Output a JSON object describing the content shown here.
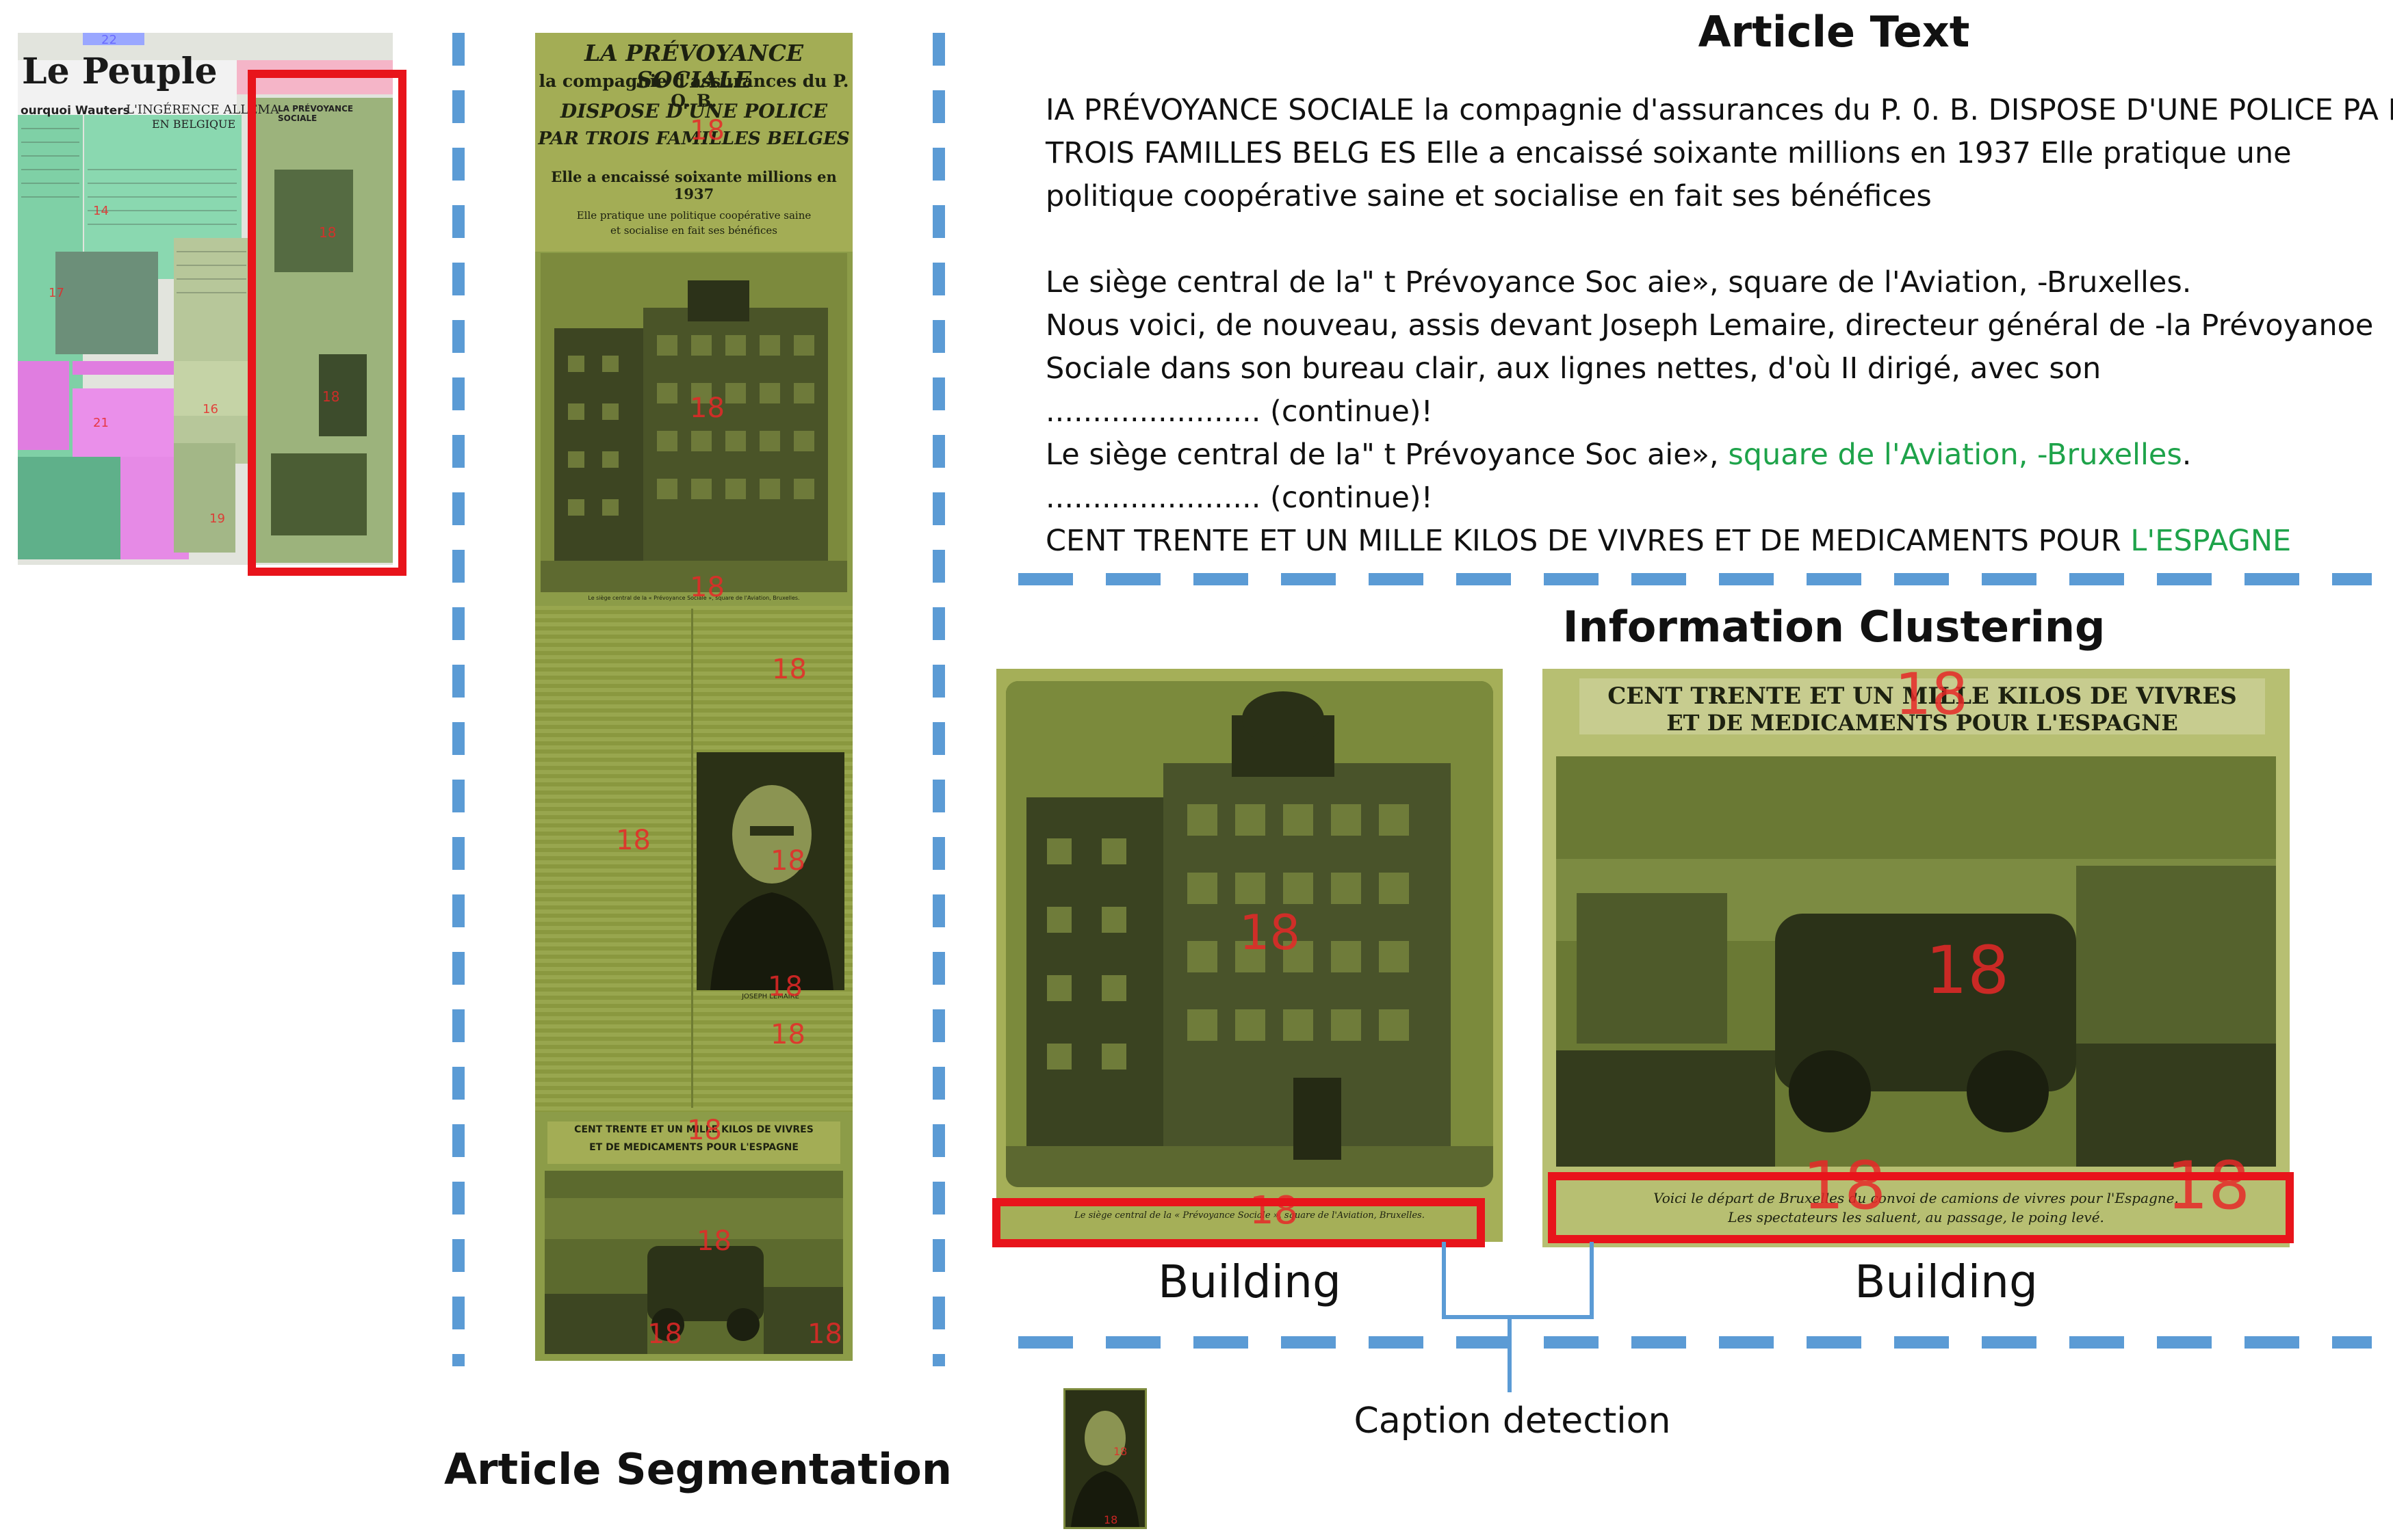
{
  "sections": {
    "article_text": "Article Text",
    "information_clustering": "Information Clustering",
    "article_segmentation": "Article Segmentation"
  },
  "article_text_lines": {
    "l1": "IA PRÉVOYANCE SOCIALE la compagnie d'assurances du P. 0. B. DISPOSE D'UNE POLICE PA R",
    "l2": "TROIS FAMILLES BELG ES Elle a encaissé soixante millions en 1937 Elle pratique une",
    "l3": "politique coopérative saine et socialise en fait ses bénéfices",
    "l4": "Le siège central de la\" t Prévoyance Soc aie», square de l'Aviation, -Bruxelles.",
    "l5": "Nous voici, de nouveau, assis devant Joseph Lemaire, directeur général de -la Prévoyanoe",
    "l6": "Sociale dans son bureau clair, aux lignes nettes, d'où II dirigé, avec son",
    "l7": "....................... (continue)!",
    "l8_pre": "Le siège central de la\" t Prévoyance Soc aie», ",
    "l8_green": "square de l'Aviation, -Bruxelles",
    "l8_post": ".",
    "l9": "....................... (continue)!",
    "l10_pre": "CENT TRENTE ET UN MILLE KILOS DE VIVRES ET DE MEDICAMENTS POUR ",
    "l10_green": "L'ESPAGNE"
  },
  "clustering": {
    "label_left": "Building",
    "label_right": "Building",
    "caption_detection": "Caption detection"
  },
  "newspaper": {
    "masthead": "Le Peuple",
    "headline_left": "ourquoi Wauters",
    "headline_mid": "L'INGÉRENCE ALLEMA",
    "headline_mid2": "EN BELGIQUE",
    "headline_right": "LA PRÉVOYANCE SOCIALE"
  },
  "segment_article": {
    "title1": "LA PRÉVOYANCE SOCIALE",
    "title2": "la compagnie d'assurances du P. O. B.",
    "title3": "DISPOSE D'UNE POLICE",
    "title4": "PAR TROIS FAMILLES BELGES",
    "sub1": "Elle a encaissé soixante millions en 1937",
    "sub2": "Elle pratique une politique coopérative saine",
    "sub3": "et socialise en fait ses bénéfices",
    "photo_caption": "Le siège central de la « Prévoyance Sociale », square de l'Aviation, Bruxelles.",
    "portrait_caption": "JOSEPH LEMAIRE",
    "title_spain1": "CENT TRENTE ET UN MILLE KILOS DE VIVRES",
    "title_spain2": "ET DE MEDICAMENTS POUR L'ESPAGNE"
  },
  "cluster_images": {
    "left_caption": "Le siège central de la « Prévoyance Sociale », square de l'Aviation, Bruxelles.",
    "right_title1": "CENT TRENTE ET UN MILLE KILOS DE VIVRES",
    "right_title2": "ET DE MEDICAMENTS POUR L'ESPAGNE",
    "right_caption1": "Voici le départ de Bruxelles du convoi de camions de vivres pour l'Espagne.",
    "right_caption2": "Les spectateurs les saluent, au passage, le poing levé."
  },
  "markers": {
    "cluster_id": "18",
    "id_14": "14",
    "id_22": "22",
    "id_17": "17",
    "id_21": "21",
    "id_16": "16",
    "id_19": "19"
  },
  "colors": {
    "dash": "#5b9bd5",
    "red_box": "#e8141b",
    "highlight_green": "#1ea34a",
    "overlay_olive": "#6b7a2a"
  }
}
